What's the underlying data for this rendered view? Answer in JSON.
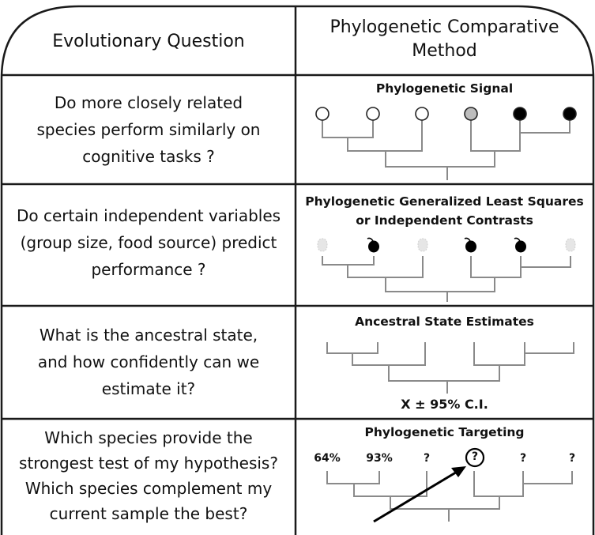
{
  "header": {
    "left": "Evolutionary Question",
    "right_line1": "Phylogenetic Comparative",
    "right_line2": "Method"
  },
  "rows": [
    {
      "question": [
        "Do more closely related",
        "species perform similarly on",
        "cognitive tasks ?"
      ],
      "method_title": [
        "Phylogenetic Signal"
      ]
    },
    {
      "question": [
        "Do certain independent variables",
        "(group size, food source) predict",
        "performance ?"
      ],
      "method_title": [
        "Phylogenetic Generalized Least Squares",
        "or Independent Contrasts"
      ]
    },
    {
      "question": [
        "What is the ancestral state,",
        "and how confidently can we",
        "estimate it?"
      ],
      "method_title": [
        "Ancestral State Estimates"
      ],
      "estimate_label": "X ± 95% C.I."
    },
    {
      "question": [
        "Which species provide the",
        "strongest test of my hypothesis?",
        "Which species complement my",
        "current sample the best?"
      ],
      "method_title": [
        "Phylogenetic Targeting"
      ],
      "tip_labels": [
        "64%",
        "93%",
        "?",
        "?",
        "?",
        "?"
      ]
    }
  ],
  "signal_tips": [
    "white",
    "white",
    "white",
    "gray",
    "black",
    "black"
  ],
  "colors": {
    "border": "#1a1a1a",
    "tree": "#8a8a8a",
    "gray_tip": "#bdbdbd",
    "black_tip": "#000000"
  }
}
